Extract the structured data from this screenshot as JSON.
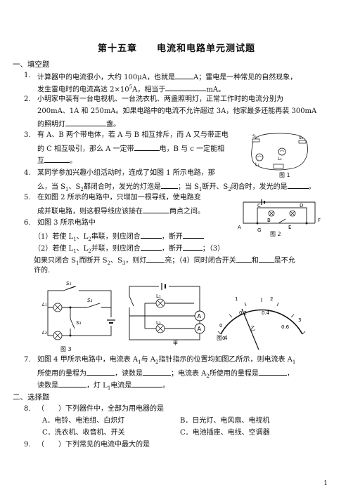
{
  "title": "第十五章　　电流和电路单元测试题",
  "sections": {
    "fill": "一、填空题",
    "choice": "二、选择题"
  },
  "q1": {
    "num": "1.",
    "l1a": "计算器中的电流很小，大约 100μA，也就是",
    "l1b": "A；雷电是一种常见的自然现象，",
    "l2a": "发生雷电时的电流高达 2×10",
    "l2sup": "5",
    "l2b": "A，相当于",
    "l2c": "mA。"
  },
  "q2": {
    "num": "2.",
    "l1": "小明家中装有一台电视机、一台洗衣机、两盏照明灯，正常工作时的电流分别为",
    "l2": "200mA、1A 和 250mA。如果电路中的电流不允许超过 3A，他家最多还能再装 300mA",
    "l3a": "的照明灯",
    "l3b": "盏。"
  },
  "q3": {
    "num": "3.",
    "l1": "有 A、B 两个带电体，若 A 与 B 相互排斥，而 A 又与带正电",
    "l2a": "的 C 相互吸引，那么 A 一定带",
    "l2b": "电，B 与 c 一定能相",
    "l3a": "互",
    "l3b": "。"
  },
  "q4": {
    "num": "4.",
    "l1": "某同学参加兴趣小组活动时，连成了如图 1 所示电路，那",
    "l2a": "么，当 S",
    "l2s1": "1",
    "l2b": "、S",
    "l2s2": "2",
    "l2c": "都闭合时，发光的灯泡是",
    "l2d": "；当 S",
    "l2s3": "1",
    "l2e": "断开、S",
    "l2s4": "2",
    "l2f": "闭合时，发光的是",
    "l2g": "。"
  },
  "q5": {
    "num": "5.",
    "l1": "在如图 2 所示的电路中，只增加一根导线，使电路变",
    "l2a": "成并联电路，则这根导线应该接在",
    "l2b": "两点之间。"
  },
  "q6": {
    "num": "6.",
    "l1": "如图 3 所示电路中",
    "l2a": "（1）若使 L",
    "l2s1": "1",
    "l2b": "、L",
    "l2s2": "2",
    "l2c": "串联，则应闭合",
    "l2d": "，断开",
    "l3a": "（2）若使 L",
    "l3s1": "1",
    "l3b": "、L",
    "l3s2": "2",
    "l3c": "并联，则应闭合",
    "l3d": "，断开",
    "l3e": "；（3）",
    "l4a": "如果只闭合 S",
    "l4s1": "1",
    "l4b": "而断开 S",
    "l4s2": "2",
    "l4c": "、S",
    "l4s3": "3",
    "l4d": "，则灯",
    "l4e": "亮；（4）同时闭合开关",
    "l4f": "和",
    "l4g": "是不允",
    "l5": "许的."
  },
  "q7": {
    "num": "7.",
    "l1a": "如图 4 甲所示电路中，电流表 A",
    "l1s1": "1",
    "l1b": "与 A",
    "l1s2": "2",
    "l1c": "指针指示的位置均如图乙所示，则电流表 A",
    "l1s3": "1",
    "l2a": "所使用的量程为",
    "l2b": "，读数是",
    "l2c": "；电流表 A",
    "l2s1": "2",
    "l2d": "所使用的量程是",
    "l2e": "，",
    "l3a": "读数是",
    "l3b": "，灯 L",
    "l3s1": "1",
    "l3c": "电流是",
    "l3d": "。"
  },
  "q8": {
    "num": "8.",
    "paren": "（　　）",
    "stem": "下列器件中，全部为用电器的是",
    "A": "A．电铃、电池组、白炽灯",
    "B": "B．日光灯、电风扇、电视机",
    "C": "C．洗衣机、收音机、开关",
    "D": "C．电池插座、电线、空调器"
  },
  "q9": {
    "num": "9.",
    "paren": "（　　）",
    "stem": "下列常见的电流中最大的是"
  },
  "figures": {
    "fig1": "图 1",
    "fig1_s1": "S₁",
    "fig1_s2": "S₂",
    "fig1_l1": "L₁",
    "fig1_l2": "L₂",
    "fig2": "图 2",
    "fig2_labels": [
      "A",
      "C",
      "B",
      "D",
      "E",
      "F",
      "G"
    ],
    "fig3": "图 3",
    "fig3_s1": "S₁",
    "fig3_s2": "S₂",
    "fig3_s3": "S₃",
    "fig3_l1": "L₁",
    "fig3_l2": "L₂",
    "fig4": "图 4",
    "fig4_jia": "甲",
    "fig4_yi": "乙",
    "fig4_l1": "L₁",
    "fig4_l2": "L₂",
    "fig4_a": "A",
    "fig4_scale_top": [
      "0",
      "1",
      "2",
      "3"
    ],
    "fig4_scale_bottom": [
      "0",
      "0.2",
      "0.4",
      "0.6"
    ]
  },
  "page_number": "1"
}
